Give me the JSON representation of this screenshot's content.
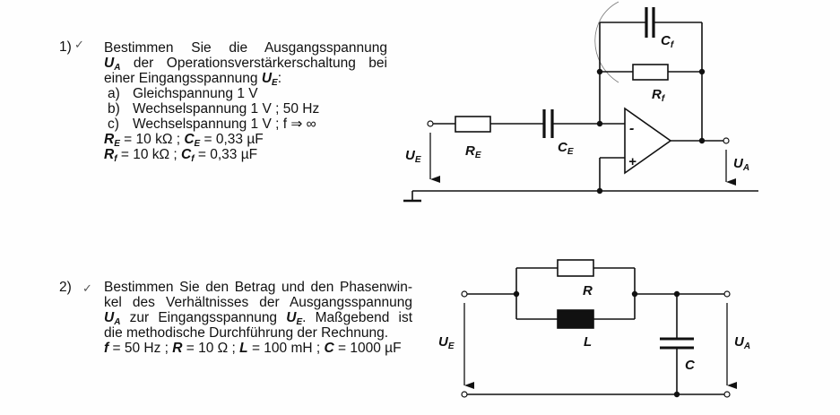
{
  "task1": {
    "number": "1)",
    "intro_lines": [
      "Bestimmen Sie die Ausgangsspannung",
      "der Operationsverstärkerschaltung bei",
      "einer Eingangsspannung"
    ],
    "symbol_UA": "U",
    "symbol_UA_sub": "A",
    "symbol_UE": "U",
    "symbol_UE_sub": "E",
    "items": [
      {
        "label": "a)",
        "text": "Gleichspannung 1 V"
      },
      {
        "label": "b)",
        "text": "Wechselspannung 1 V ; 50 Hz"
      },
      {
        "label": "c)",
        "text": "Wechselspannung 1 V ; f ⇒ ∞"
      }
    ],
    "values": [
      {
        "sym1": "R",
        "sub1": "E",
        "val1": " = 10 kΩ ; ",
        "sym2": "C",
        "sub2": "E",
        "val2": " = 0,33 µF"
      },
      {
        "sym1": "R",
        "sub1": "f",
        "val1": " = 10 kΩ ; ",
        "sym2": "C",
        "sub2": "f",
        "val2": " = 0,33 µF"
      }
    ],
    "circuit": {
      "labels": {
        "RE": "R",
        "RE_sub": "E",
        "CE": "C",
        "CE_sub": "E",
        "Rf": "R",
        "Rf_sub": "f",
        "Cf": "C",
        "Cf_sub": "f",
        "UE": "U",
        "UE_sub": "E",
        "UA": "U",
        "UA_sub": "A",
        "minus": "-",
        "plus": "+"
      }
    }
  },
  "task2": {
    "number": "2)",
    "lines": [
      "Bestimmen Sie den Betrag und den Phasenwin-",
      "kel des Verhältnisses der Ausgangsspannung",
      "zur Eingangsspannung",
      ". Maßgebend ist",
      "die methodische Durchführung der Rechnung."
    ],
    "values": {
      "f_sym": "f",
      "f_val": " = 50 Hz ; ",
      "R_sym": "R",
      "R_val": " = 10 Ω ; ",
      "L_sym": "L",
      "L_val": " = 100 mH ; ",
      "C_sym": "C",
      "C_val": " = 1000 µF"
    },
    "circuit": {
      "labels": {
        "R": "R",
        "L": "L",
        "C": "C",
        "UE": "U",
        "UE_sub": "E",
        "UA": "U",
        "UA_sub": "A"
      }
    }
  },
  "check_mark": "✓"
}
